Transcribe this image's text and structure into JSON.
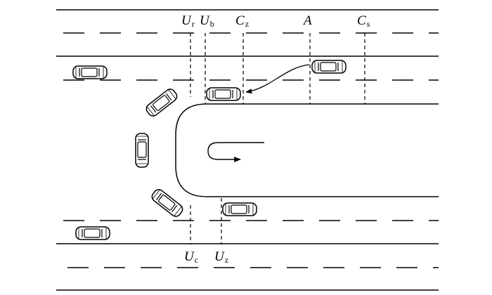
{
  "labels": {
    "top": [
      {
        "letter": "U",
        "sub": "r"
      },
      {
        "letter": "U",
        "sub": "b"
      },
      {
        "letter": "C",
        "sub": "z"
      },
      {
        "letter": "A",
        "sub": ""
      },
      {
        "letter": "C",
        "sub": "s"
      }
    ],
    "bottom": [
      {
        "letter": "U",
        "sub": "c"
      },
      {
        "letter": "U",
        "sub": "z"
      }
    ]
  },
  "colors": {
    "line": "#000000",
    "car_body": "#ffffff"
  },
  "icons": {
    "vehicle": "car-top-view-icon",
    "u_turn": "u-turn-arrow-icon",
    "merge": "curved-merge-arrow-icon"
  }
}
